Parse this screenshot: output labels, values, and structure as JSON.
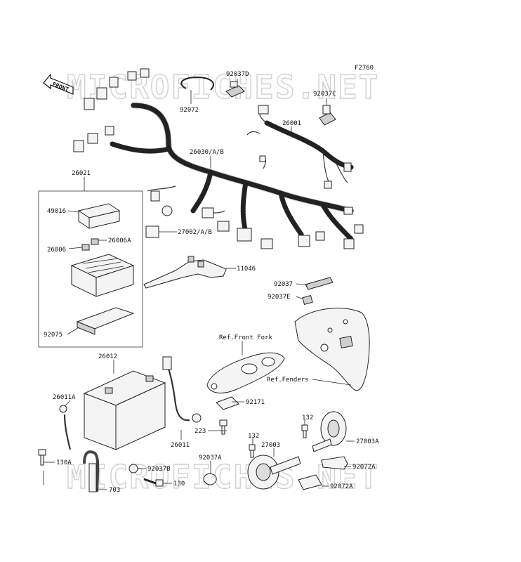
{
  "figure_code": "F2760",
  "front_label": "FRONT",
  "watermark": "MICROFICHES.NET",
  "parts": {
    "p92037D": "92037D",
    "p92072": "92072",
    "p92037C": "92037C",
    "p26001": "26001",
    "p26030": "26030/A/B",
    "p26021": "26021",
    "p49016": "49016",
    "p26006A": "26006A",
    "p26006": "26006",
    "p27002": "27002/A/B",
    "p11046": "11046",
    "p92075": "92075",
    "p92037": "92037",
    "p92037E": "92037E",
    "p26012": "26012",
    "refFrontFork": "Ref.Front Fork",
    "refFenders": "Ref.Fenders",
    "p26011A": "26011A",
    "p92171": "92171",
    "p223": "223",
    "p26011": "26011",
    "p132a": "132",
    "p132b": "132",
    "p27003A": "27003A",
    "p130A": "130A",
    "p92037B": "92037B",
    "p92037A": "92037A",
    "p27003": "27003",
    "p92072A1": "92072A",
    "p130": "130",
    "p92072A2": "92072A",
    "p703": "703"
  }
}
